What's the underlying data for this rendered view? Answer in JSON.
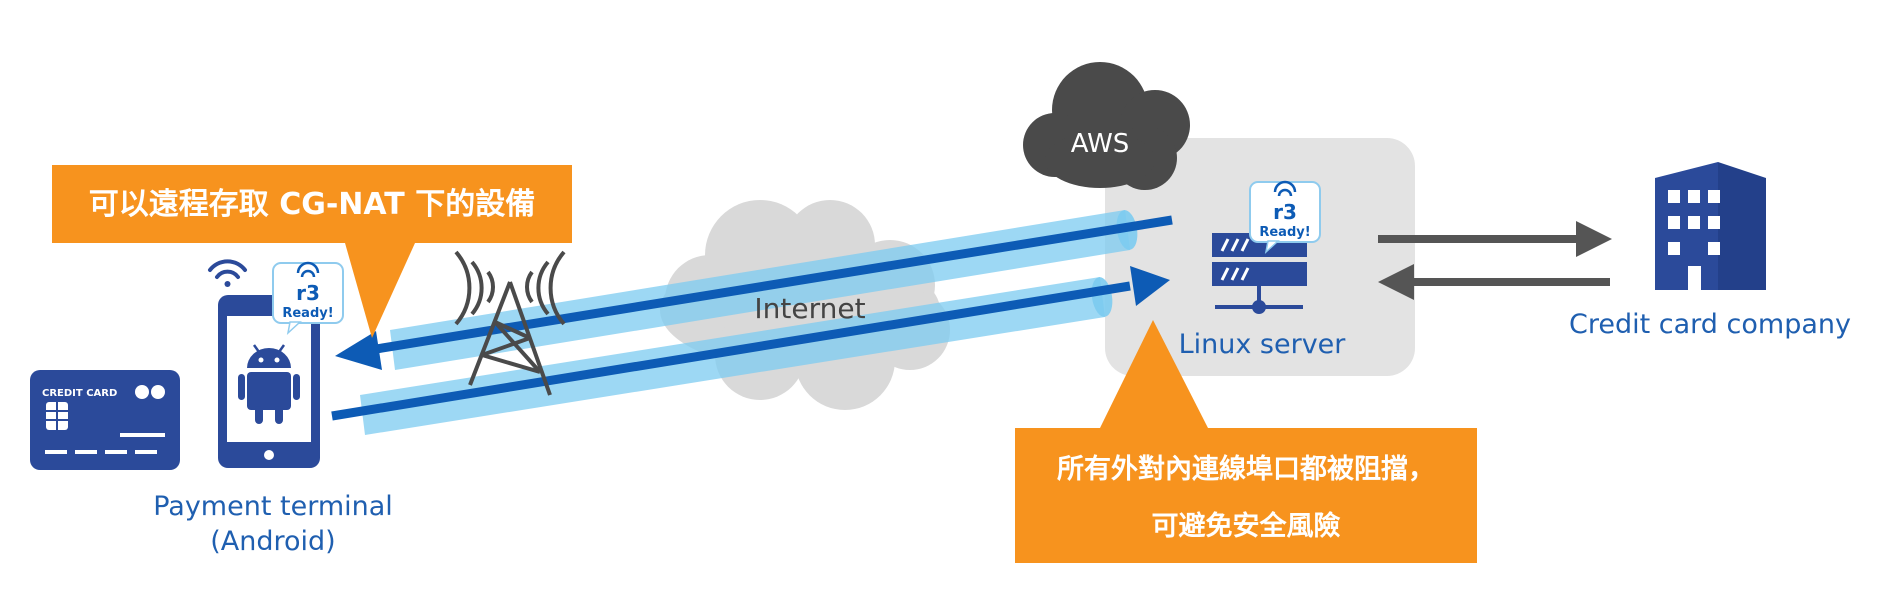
{
  "callouts": {
    "top": "可以遠程存取 CG-NAT 下的設備",
    "bottom_line1": "所有外對內連線埠口都被阻擋，",
    "bottom_line2": "可避免安全風險"
  },
  "cloud_labels": {
    "aws": "AWS",
    "internet": "Internet"
  },
  "nodes": {
    "server_label": "Linux server",
    "company_label": "Credit card company",
    "terminal_label_line1": "Payment terminal",
    "terminal_label_line2": "(Android)",
    "card_text": "CREDIT CARD",
    "badge_logo": "r3",
    "badge_text": "Ready!"
  },
  "colors": {
    "orange": "#F7931E",
    "blue_dark": "#2B4A9A",
    "blue_arrow": "#0D5BB5",
    "blue_label": "#1F5FB0",
    "tunnel": "#7CCBF0",
    "cloud_gray": "#D9D9D9",
    "aws_cloud": "#4A4A4A",
    "server_box": "#E3E3E3",
    "gray_arrow": "#555555"
  },
  "icons": [
    "wifi-icon",
    "android-icon",
    "cell-tower-icon",
    "server-rack-icon",
    "office-building-icon",
    "credit-card-icon"
  ]
}
